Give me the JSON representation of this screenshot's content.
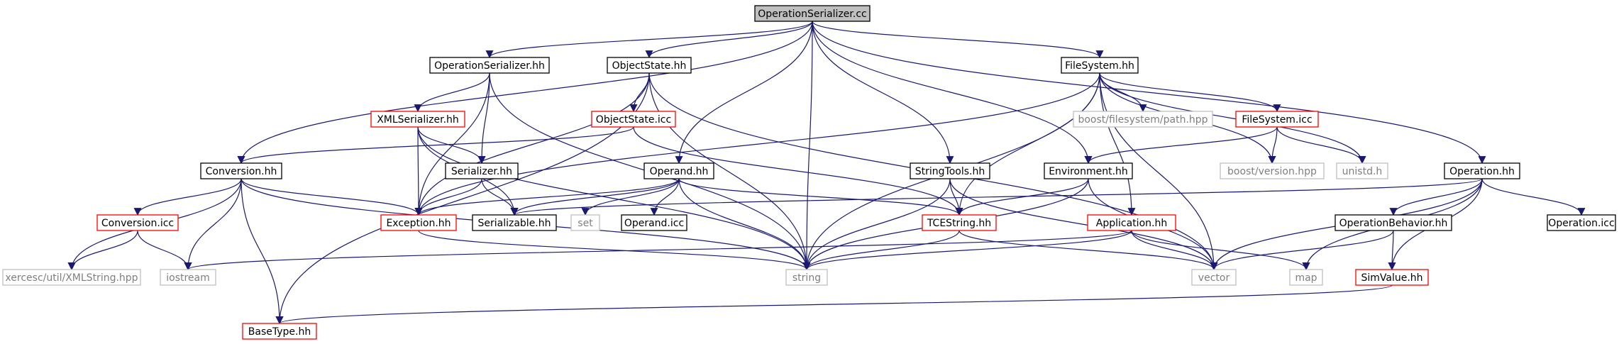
{
  "colors": {
    "edge": "#191970",
    "root_fill": "#bfbfbf",
    "normal_border": "#000000",
    "undocumented_border": "#ff0000",
    "system_border": "#bfbfbf",
    "system_text": "#7f7f7f",
    "text": "#000000"
  },
  "nodes": {
    "root": {
      "label": "OperationSerializer.cc",
      "style": "root"
    },
    "op_serializer_hh": {
      "label": "OperationSerializer.hh",
      "style": "normal"
    },
    "object_state_hh": {
      "label": "ObjectState.hh",
      "style": "normal"
    },
    "filesystem_hh": {
      "label": "FileSystem.hh",
      "style": "normal"
    },
    "xml_serializer_hh": {
      "label": "XMLSerializer.hh",
      "style": "red"
    },
    "object_state_icc": {
      "label": "ObjectState.icc",
      "style": "red"
    },
    "boost_path_hpp": {
      "label": "boost/filesystem/path.hpp",
      "style": "gray"
    },
    "filesystem_icc": {
      "label": "FileSystem.icc",
      "style": "red"
    },
    "conversion_hh": {
      "label": "Conversion.hh",
      "style": "normal"
    },
    "serializer_hh": {
      "label": "Serializer.hh",
      "style": "normal"
    },
    "operand_hh": {
      "label": "Operand.hh",
      "style": "normal"
    },
    "stringtools_hh": {
      "label": "StringTools.hh",
      "style": "normal"
    },
    "environment_hh": {
      "label": "Environment.hh",
      "style": "normal"
    },
    "boost_version_hpp": {
      "label": "boost/version.hpp",
      "style": "gray"
    },
    "unistd_h": {
      "label": "unistd.h",
      "style": "gray"
    },
    "operation_hh": {
      "label": "Operation.hh",
      "style": "normal"
    },
    "conversion_icc": {
      "label": "Conversion.icc",
      "style": "red"
    },
    "exception_hh": {
      "label": "Exception.hh",
      "style": "red"
    },
    "serializable_hh": {
      "label": "Serializable.hh",
      "style": "normal"
    },
    "set": {
      "label": "set",
      "style": "gray"
    },
    "operand_icc": {
      "label": "Operand.icc",
      "style": "normal"
    },
    "tcestring_hh": {
      "label": "TCEString.hh",
      "style": "red"
    },
    "application_hh": {
      "label": "Application.hh",
      "style": "red"
    },
    "operation_behavior_hh": {
      "label": "OperationBehavior.hh",
      "style": "normal"
    },
    "operation_icc": {
      "label": "Operation.icc",
      "style": "normal"
    },
    "xercesc_hpp": {
      "label": "xercesc/util/XMLString.hpp",
      "style": "gray"
    },
    "iostream": {
      "label": "iostream",
      "style": "gray"
    },
    "string": {
      "label": "string",
      "style": "gray"
    },
    "vector": {
      "label": "vector",
      "style": "gray"
    },
    "map": {
      "label": "map",
      "style": "gray"
    },
    "simvalue_hh": {
      "label": "SimValue.hh",
      "style": "red"
    },
    "basetype_hh": {
      "label": "BaseType.hh",
      "style": "red"
    }
  },
  "edges": [
    [
      "root",
      "op_serializer_hh"
    ],
    [
      "root",
      "object_state_hh"
    ],
    [
      "root",
      "filesystem_hh"
    ],
    [
      "root",
      "conversion_hh"
    ],
    [
      "root",
      "operand_hh"
    ],
    [
      "root",
      "stringtools_hh"
    ],
    [
      "root",
      "environment_hh"
    ],
    [
      "root",
      "operation_hh"
    ],
    [
      "root",
      "string"
    ],
    [
      "op_serializer_hh",
      "xml_serializer_hh"
    ],
    [
      "op_serializer_hh",
      "serializer_hh"
    ],
    [
      "op_serializer_hh",
      "exception_hh"
    ],
    [
      "op_serializer_hh",
      "string"
    ],
    [
      "object_state_hh",
      "object_state_icc"
    ],
    [
      "object_state_hh",
      "exception_hh"
    ],
    [
      "object_state_hh",
      "string"
    ],
    [
      "object_state_hh",
      "basetype_hh"
    ],
    [
      "object_state_hh",
      "vector"
    ],
    [
      "xml_serializer_hh",
      "serializer_hh"
    ],
    [
      "xml_serializer_hh",
      "exception_hh"
    ],
    [
      "xml_serializer_hh",
      "serializable_hh"
    ],
    [
      "xml_serializer_hh",
      "string"
    ],
    [
      "object_state_icc",
      "conversion_hh"
    ],
    [
      "object_state_icc",
      "tcestring_hh"
    ],
    [
      "serializer_hh",
      "exception_hh"
    ],
    [
      "serializer_hh",
      "serializable_hh"
    ],
    [
      "conversion_hh",
      "conversion_icc"
    ],
    [
      "conversion_hh",
      "exception_hh"
    ],
    [
      "conversion_hh",
      "xercesc_hpp"
    ],
    [
      "conversion_hh",
      "iostream"
    ],
    [
      "conversion_hh",
      "string"
    ],
    [
      "conversion_hh",
      "basetype_hh"
    ],
    [
      "conversion_icc",
      "xercesc_hpp"
    ],
    [
      "conversion_icc",
      "iostream"
    ],
    [
      "operand_hh",
      "exception_hh"
    ],
    [
      "operand_hh",
      "serializable_hh"
    ],
    [
      "operand_hh",
      "set"
    ],
    [
      "operand_hh",
      "operand_icc"
    ],
    [
      "operand_hh",
      "tcestring_hh"
    ],
    [
      "operand_hh",
      "string"
    ],
    [
      "exception_hh",
      "string"
    ],
    [
      "stringtools_hh",
      "tcestring_hh"
    ],
    [
      "stringtools_hh",
      "string"
    ],
    [
      "stringtools_hh",
      "vector"
    ],
    [
      "filesystem_hh",
      "boost_path_hpp"
    ],
    [
      "filesystem_hh",
      "filesystem_icc"
    ],
    [
      "filesystem_hh",
      "boost_version_hpp"
    ],
    [
      "filesystem_hh",
      "unistd_h"
    ],
    [
      "filesystem_hh",
      "application_hh"
    ],
    [
      "filesystem_hh",
      "tcestring_hh"
    ],
    [
      "filesystem_hh",
      "exception_hh"
    ],
    [
      "filesystem_hh",
      "string"
    ],
    [
      "filesystem_hh",
      "vector"
    ],
    [
      "filesystem_icc",
      "environment_hh"
    ],
    [
      "filesystem_icc",
      "boost_version_hpp"
    ],
    [
      "filesystem_icc",
      "unistd_h"
    ],
    [
      "environment_hh",
      "tcestring_hh"
    ],
    [
      "environment_hh",
      "string"
    ],
    [
      "environment_hh",
      "vector"
    ],
    [
      "tcestring_hh",
      "string"
    ],
    [
      "tcestring_hh",
      "vector"
    ],
    [
      "application_hh",
      "string"
    ],
    [
      "application_hh",
      "vector"
    ],
    [
      "application_hh",
      "map"
    ],
    [
      "application_hh",
      "iostream"
    ],
    [
      "operation_hh",
      "serializable_hh"
    ],
    [
      "operation_hh",
      "operation_behavior_hh"
    ],
    [
      "operation_hh",
      "operation_icc"
    ],
    [
      "operation_hh",
      "vector"
    ],
    [
      "operation_hh",
      "map"
    ],
    [
      "operation_hh",
      "simvalue_hh"
    ],
    [
      "operation_behavior_hh",
      "vector"
    ],
    [
      "operation_behavior_hh",
      "simvalue_hh"
    ],
    [
      "simvalue_hh",
      "basetype_hh"
    ]
  ]
}
